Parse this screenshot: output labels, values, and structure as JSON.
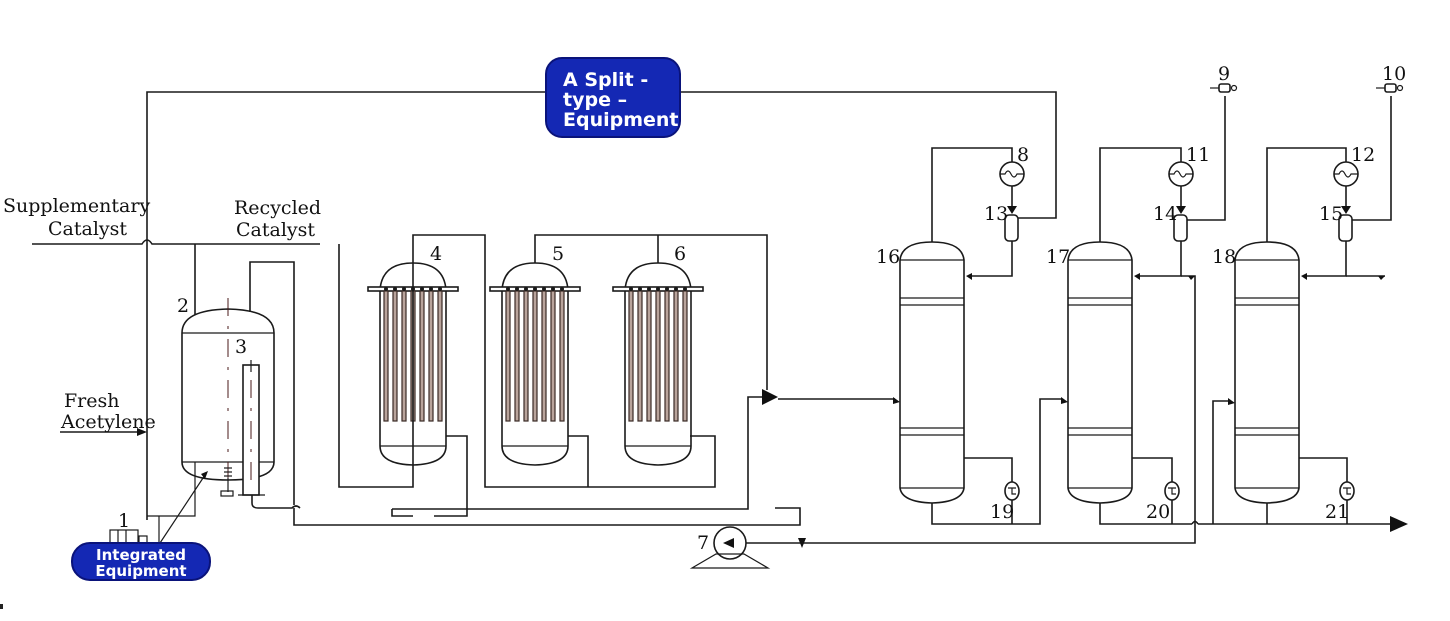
{
  "diagram": {
    "title": "Acetylene hydration process flow with split-type and integrated equipment",
    "badges": {
      "split_type": {
        "lines": [
          "A Split -",
          "type –",
          "Equipment"
        ],
        "color": "#1428b4"
      },
      "integrated": {
        "lines": [
          "Integrated",
          "Equipment"
        ],
        "color": "#1428b4"
      }
    },
    "stream_labels": {
      "supplementary_catalyst": [
        "Supplementary",
        "Catalyst"
      ],
      "recycled_catalyst": [
        "Recycled",
        "Catalyst"
      ],
      "fresh_acetylene": [
        "Fresh",
        "Acetylene"
      ]
    },
    "equipment_numbers": {
      "n1": "1",
      "n2": "2",
      "n3": "3",
      "n4": "4",
      "n5": "5",
      "n6": "6",
      "n7": "7",
      "n8": "8",
      "n9": "9",
      "n10": "10",
      "n11": "11",
      "n12": "12",
      "n13": "13",
      "n14": "14",
      "n15": "15",
      "n16": "16",
      "n17": "17",
      "n18": "18",
      "n19": "19",
      "n20": "20",
      "n21": "21"
    },
    "colors": {
      "line": "#1a1a1a",
      "tube_fill": "#b9a49c",
      "badge": "#1428b4"
    }
  }
}
